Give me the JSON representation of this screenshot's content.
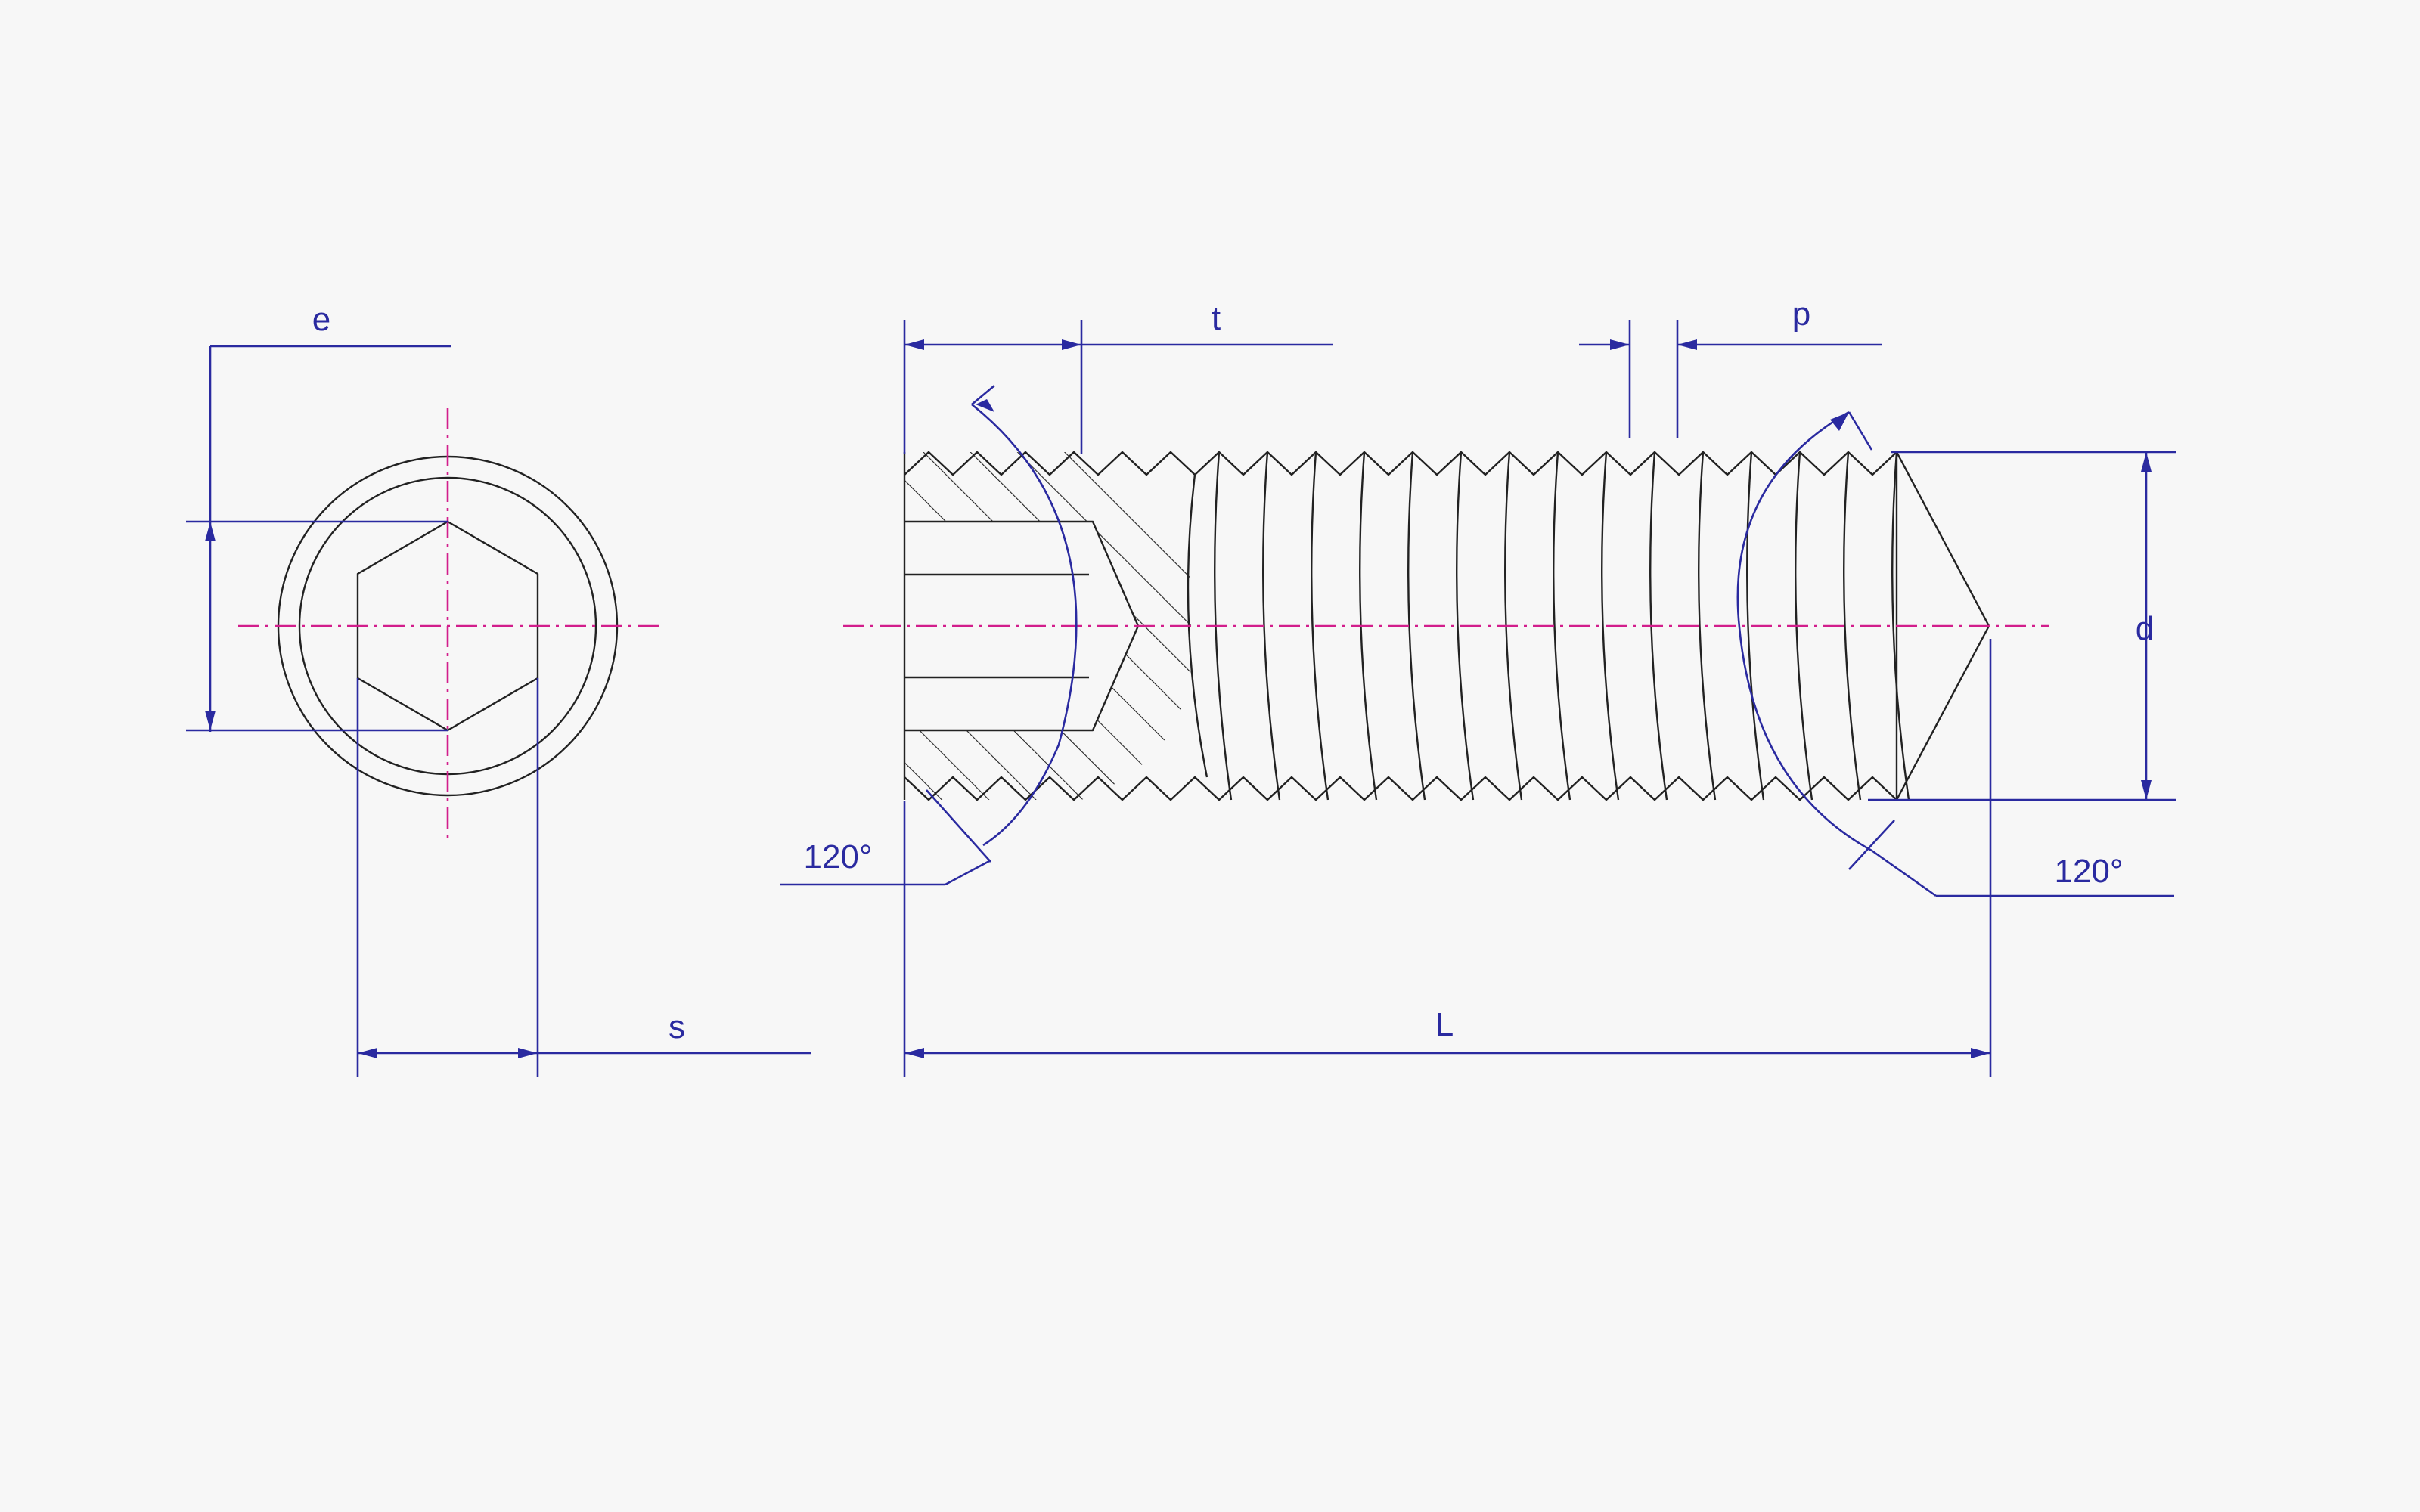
{
  "labels": {
    "e": "e",
    "s": "s",
    "t": "t",
    "p": "p",
    "d": "d",
    "L": "L",
    "angle_left": "120°",
    "angle_right": "120°"
  },
  "colors": {
    "dimension": "#2a2aa0",
    "outline": "#222222",
    "centerline": "#d21e8c",
    "background": "#f7f7f7"
  }
}
